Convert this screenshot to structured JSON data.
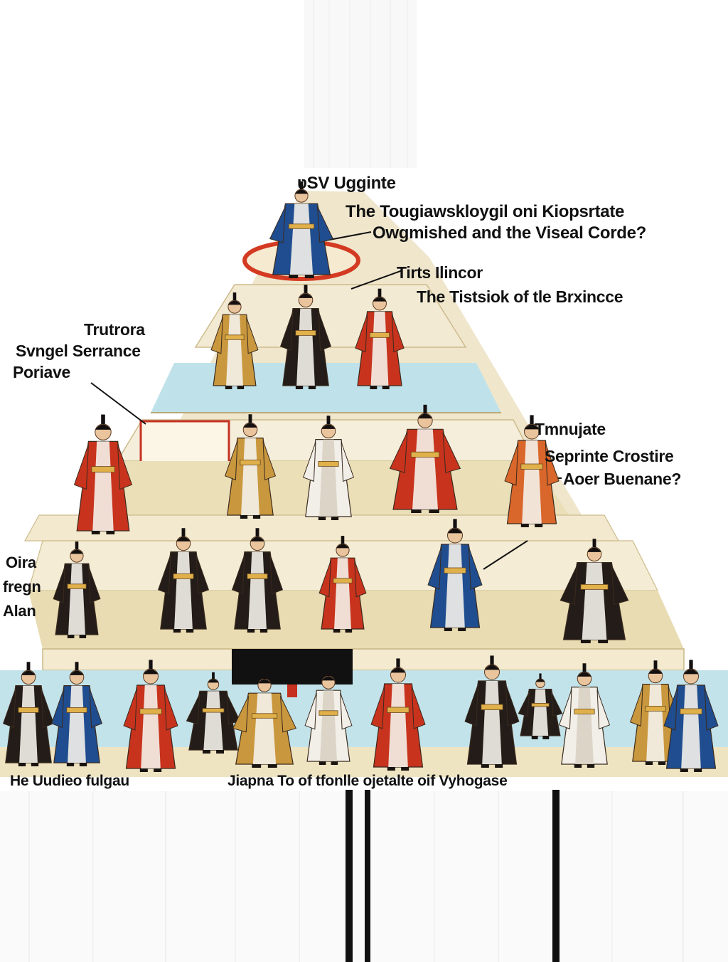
{
  "colors": {
    "tier_wall": "#f0e7cf",
    "tier_floor": "#ece0bb",
    "tier_edge": "#cdbb8c",
    "water": "#bfe2ea",
    "dais_red": "#d43a22",
    "robe_red": "#c8331d",
    "robe_blue": "#1f4d8f",
    "robe_black": "#231c18",
    "robe_gold": "#c9973d",
    "skin": "#e9c49c",
    "label_text": "#111111"
  },
  "pyramid": {
    "apex": {
      "title": "ʋSV Ugginte",
      "caption_line1": "The Tougiawskloygil oni Kiopsrtate",
      "caption_line2": "Owgmished and the Viseal Corde?"
    },
    "tier1": {
      "title": "Tirts Ilincor",
      "caption": "The Tistsiok of tle Brxincce"
    },
    "left_upper": {
      "line1": "Trutrora",
      "line2": "Svngel Serrance",
      "line3": "Poriave"
    },
    "right_mid": {
      "line1": "Tmnujate",
      "line2": "Seprinte Crostire",
      "line3": "Aoer Buenane?"
    },
    "left_lower": {
      "line1": "Oira",
      "line2": "fregn",
      "line3": "Alan"
    },
    "base": {
      "left_caption": "He Uudieo fulgau",
      "right_caption": "Jiapna To of tfonlle ojetalte oif Vyhogase"
    }
  },
  "figures": [
    {
      "tier": "apex",
      "robe": "blue",
      "pose": "seated"
    },
    {
      "tier": "tier1",
      "robe": "gold",
      "pose": "standing"
    },
    {
      "tier": "tier1",
      "robe": "black",
      "pose": "standing"
    },
    {
      "tier": "tier1",
      "robe": "red",
      "pose": "standing"
    },
    {
      "tier": "tier2",
      "robe": "red",
      "pose": "armored"
    },
    {
      "tier": "tier2",
      "robe": "gold",
      "pose": "standing"
    },
    {
      "tier": "tier2",
      "robe": "white",
      "pose": "standing"
    },
    {
      "tier": "tier2",
      "robe": "red",
      "pose": "seated"
    },
    {
      "tier": "tier2",
      "robe": "orange",
      "pose": "standing"
    },
    {
      "tier": "tier3",
      "robe": "black",
      "pose": "standing"
    },
    {
      "tier": "tier3",
      "robe": "black",
      "pose": "standing"
    },
    {
      "tier": "tier3",
      "robe": "black",
      "pose": "standing"
    },
    {
      "tier": "tier3",
      "robe": "red",
      "pose": "standing"
    },
    {
      "tier": "tier3",
      "robe": "blue",
      "pose": "standing"
    },
    {
      "tier": "tier3",
      "robe": "black",
      "pose": "seated"
    },
    {
      "tier": "base",
      "robe": "black",
      "pose": "standing"
    },
    {
      "tier": "base",
      "robe": "blue",
      "pose": "standing"
    },
    {
      "tier": "base",
      "robe": "red",
      "pose": "standing"
    },
    {
      "tier": "base",
      "robe": "black",
      "pose": "seated"
    },
    {
      "tier": "base",
      "robe": "gold",
      "pose": "seated"
    },
    {
      "tier": "base",
      "robe": "white",
      "pose": "standing"
    },
    {
      "tier": "base",
      "robe": "red",
      "pose": "standing"
    },
    {
      "tier": "base",
      "robe": "black",
      "pose": "standing"
    },
    {
      "tier": "base",
      "robe": "black",
      "pose": "seated"
    },
    {
      "tier": "base",
      "robe": "white",
      "pose": "standing"
    },
    {
      "tier": "base",
      "robe": "gold",
      "pose": "standing"
    },
    {
      "tier": "base",
      "robe": "blue",
      "pose": "standing"
    }
  ]
}
